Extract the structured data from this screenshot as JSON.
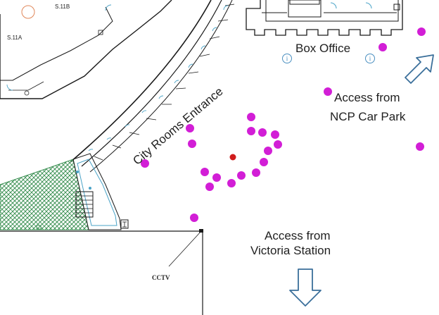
{
  "rooms": {
    "s11b": "S.11B",
    "s11a": "S.11A"
  },
  "labels": {
    "box_office": "Box Office",
    "city_rooms_entrance": "City Rooms Entrance",
    "access_ncp_line1": "Access from",
    "access_ncp_line2": "NCP Car Park",
    "access_victoria_line1": "Access from",
    "access_victoria_line2": "Victoria Station",
    "cctv": "CCTV"
  },
  "info_point_icon": "information-icon",
  "info_symbol": "i",
  "colors": {
    "marker": "#d21ed6",
    "highlight_marker": "#d01c1c",
    "wall": "#1a1a1a",
    "glazing": "#4aa3c7",
    "hatched_area": "#3a8f52",
    "arrow": "#3a6f9a",
    "room_circle": "#e0875a"
  },
  "arrows": {
    "ncp": "arrow-up-right-icon",
    "victoria": "arrow-down-icon"
  }
}
